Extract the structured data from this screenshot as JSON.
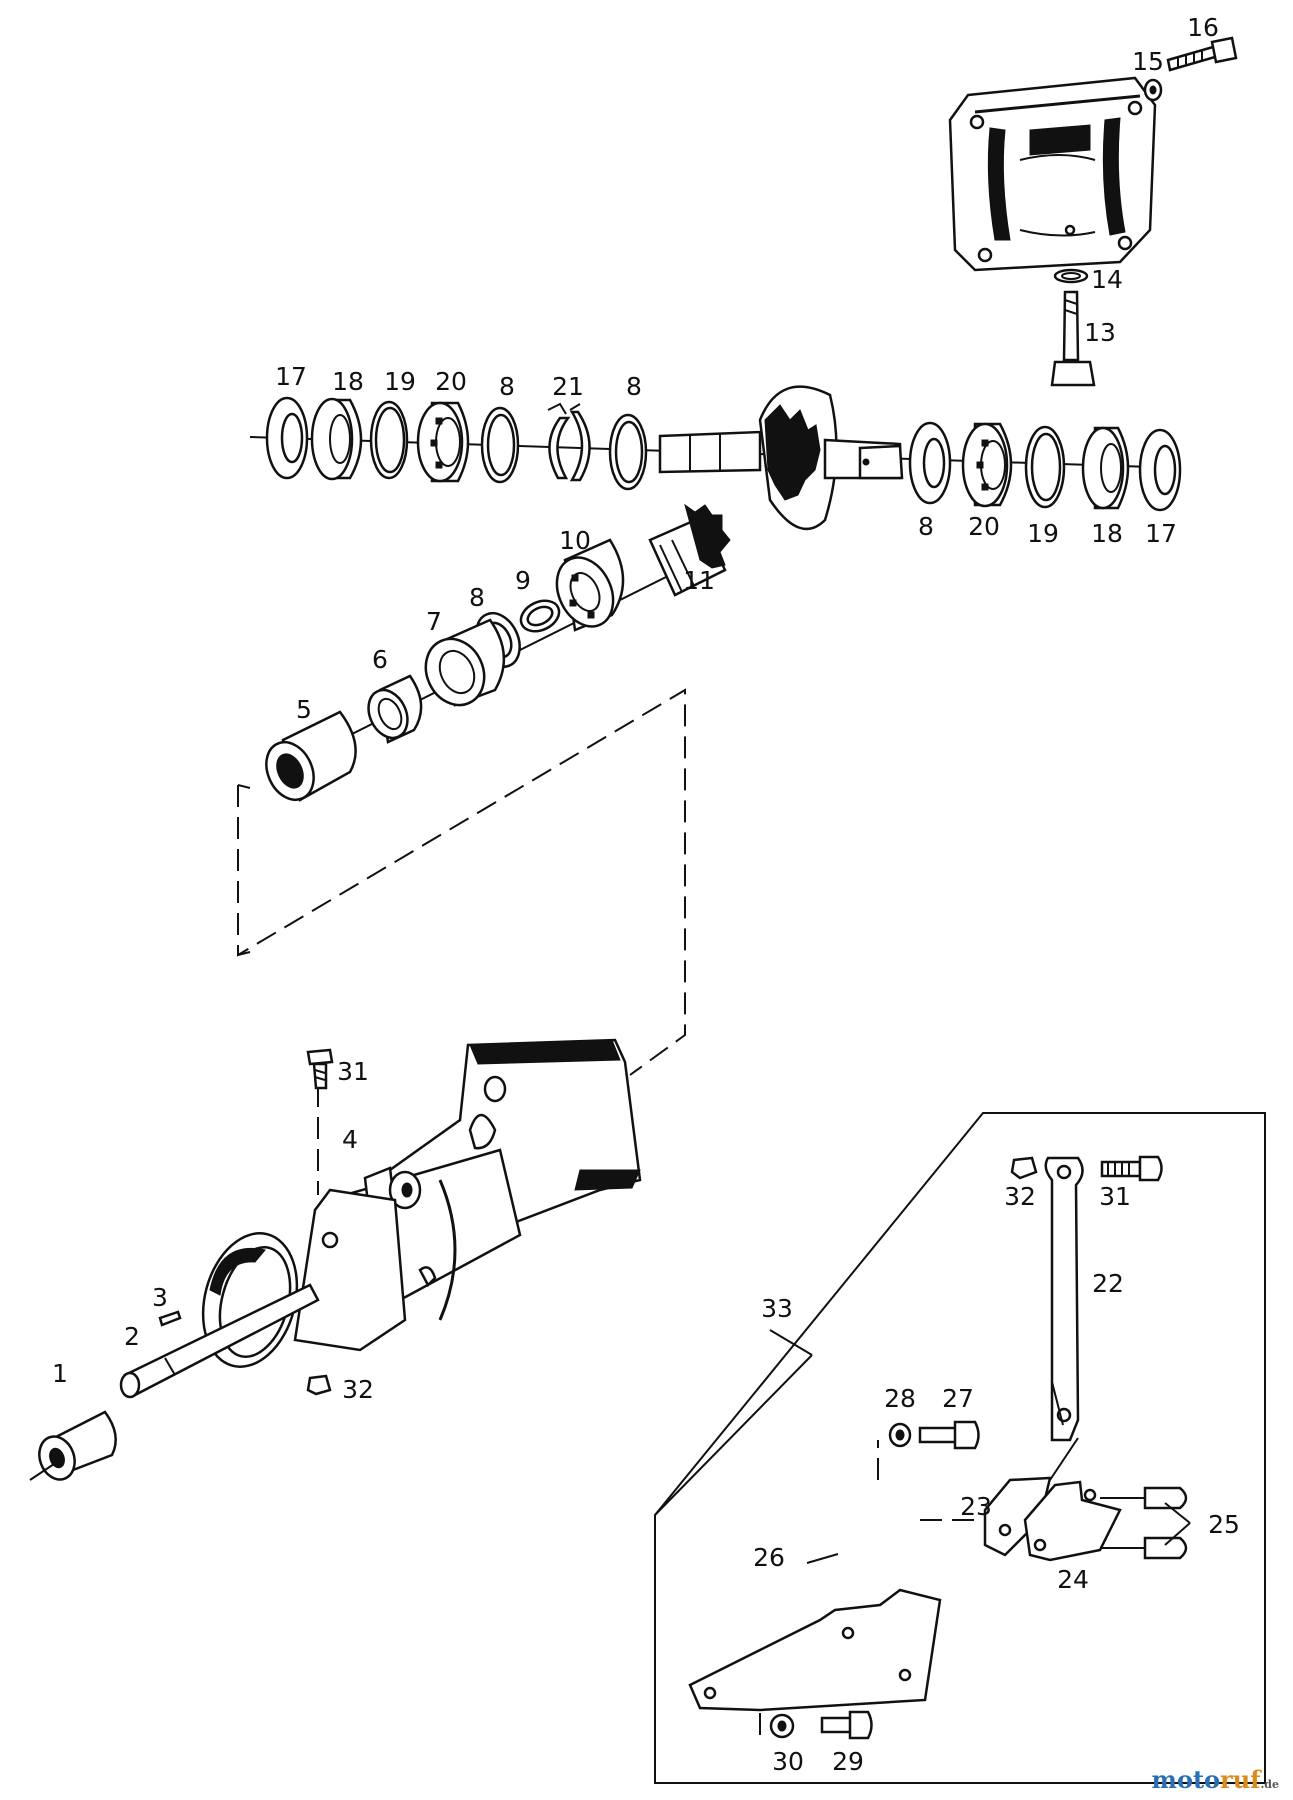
{
  "callouts": {
    "c1": "1",
    "c2": "2",
    "c3": "3",
    "c4": "4",
    "c5": "5",
    "c6": "6",
    "c7": "7",
    "c8a": "8",
    "c8b": "8",
    "c8c": "8",
    "c8d": "8",
    "c9": "9",
    "c10": "10",
    "c11": "11",
    "c13": "13",
    "c14": "14",
    "c15": "15",
    "c16": "16",
    "c17a": "17",
    "c17b": "17",
    "c18a": "18",
    "c18b": "18",
    "c19a": "19",
    "c19b": "19",
    "c20a": "20",
    "c20b": "20",
    "c21": "21",
    "c22": "22",
    "c23": "23",
    "c24": "24",
    "c25": "25",
    "c26": "26",
    "c27": "27",
    "c28": "28",
    "c29": "29",
    "c30": "30",
    "c31a": "31",
    "c31b": "31",
    "c32a": "32",
    "c32b": "32",
    "c33": "33"
  },
  "watermark": {
    "part1": "moto",
    "part2": "ruf",
    "suffix": ".de"
  },
  "colors": {
    "ink": "#111111",
    "brand_blue": "#2a6fb4",
    "brand_orange": "#d98b1c"
  }
}
